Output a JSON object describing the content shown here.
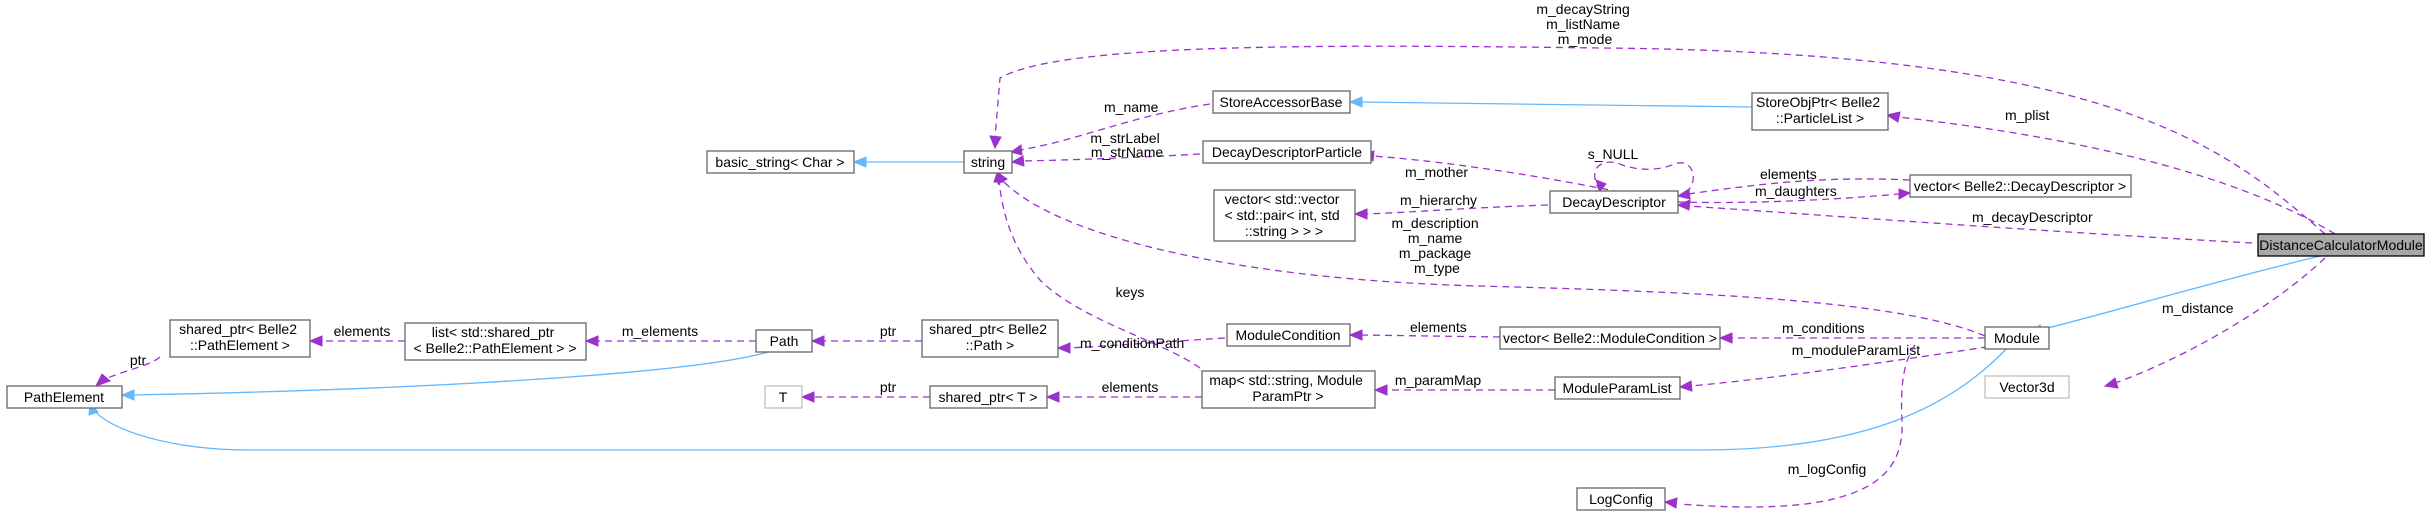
{
  "nodes": {
    "distanceCalculatorModule": "DistanceCalculatorModule",
    "storeObjPtr": [
      "StoreObjPtr< Belle2",
      "::ParticleList >"
    ],
    "storeAccessorBase": "StoreAccessorBase",
    "string": "string",
    "basicString": "basic_string< Char >",
    "decayDescriptorParticle": "DecayDescriptorParticle",
    "decayDescriptor": "DecayDescriptor",
    "vectorDecayDescriptor": "vector< Belle2::DecayDescriptor >",
    "vectorPair": [
      "vector< std::vector",
      "< std::pair< int, std",
      "::string > > >"
    ],
    "module": "Module",
    "vector3d": "Vector3d",
    "moduleCondition": "ModuleCondition",
    "vectorModuleCondition": "vector< Belle2::ModuleCondition >",
    "path": "Path",
    "sharedPtrPath": [
      "shared_ptr< Belle2",
      "::Path >"
    ],
    "listSharedPtr": [
      "list< std::shared_ptr",
      "< Belle2::PathElement > >"
    ],
    "sharedPtrPathElement": [
      "shared_ptr< Belle2",
      "::PathElement >"
    ],
    "pathElement": "PathElement",
    "t": "T",
    "sharedPtrT": "shared_ptr< T >",
    "mapModuleParam": [
      "map< std::string, Module",
      "ParamPtr >"
    ],
    "moduleParamList": "ModuleParamList",
    "logConfig": "LogConfig"
  },
  "edge_labels": {
    "decayStringGroup": [
      "m_decayString",
      "m_listName",
      "m_mode"
    ],
    "plist": "m_plist",
    "name": "m_name",
    "strLabelGroup": [
      "m_strLabel",
      "m_strName"
    ],
    "mother": "m_mother",
    "sNull": "s_NULL",
    "elements": "elements",
    "daughters": "m_daughters",
    "hierarchy": "m_hierarchy",
    "decayDescriptor": "m_decayDescriptor",
    "descriptionGroup": [
      "m_description",
      "m_name",
      "m_package",
      "m_type"
    ],
    "distance": "m_distance",
    "keys": "keys",
    "conditions": "m_conditions",
    "conditionPath": "m_conditionPath",
    "ptrPath": "ptr",
    "mElements": "m_elements",
    "listElements": "elements",
    "ptrPathElement": "ptr",
    "moduleParamList": "m_moduleParamList",
    "paramMap": "m_paramMap",
    "ptrT": "ptr",
    "mapElements": "elements",
    "logConfig": "m_logConfig"
  }
}
